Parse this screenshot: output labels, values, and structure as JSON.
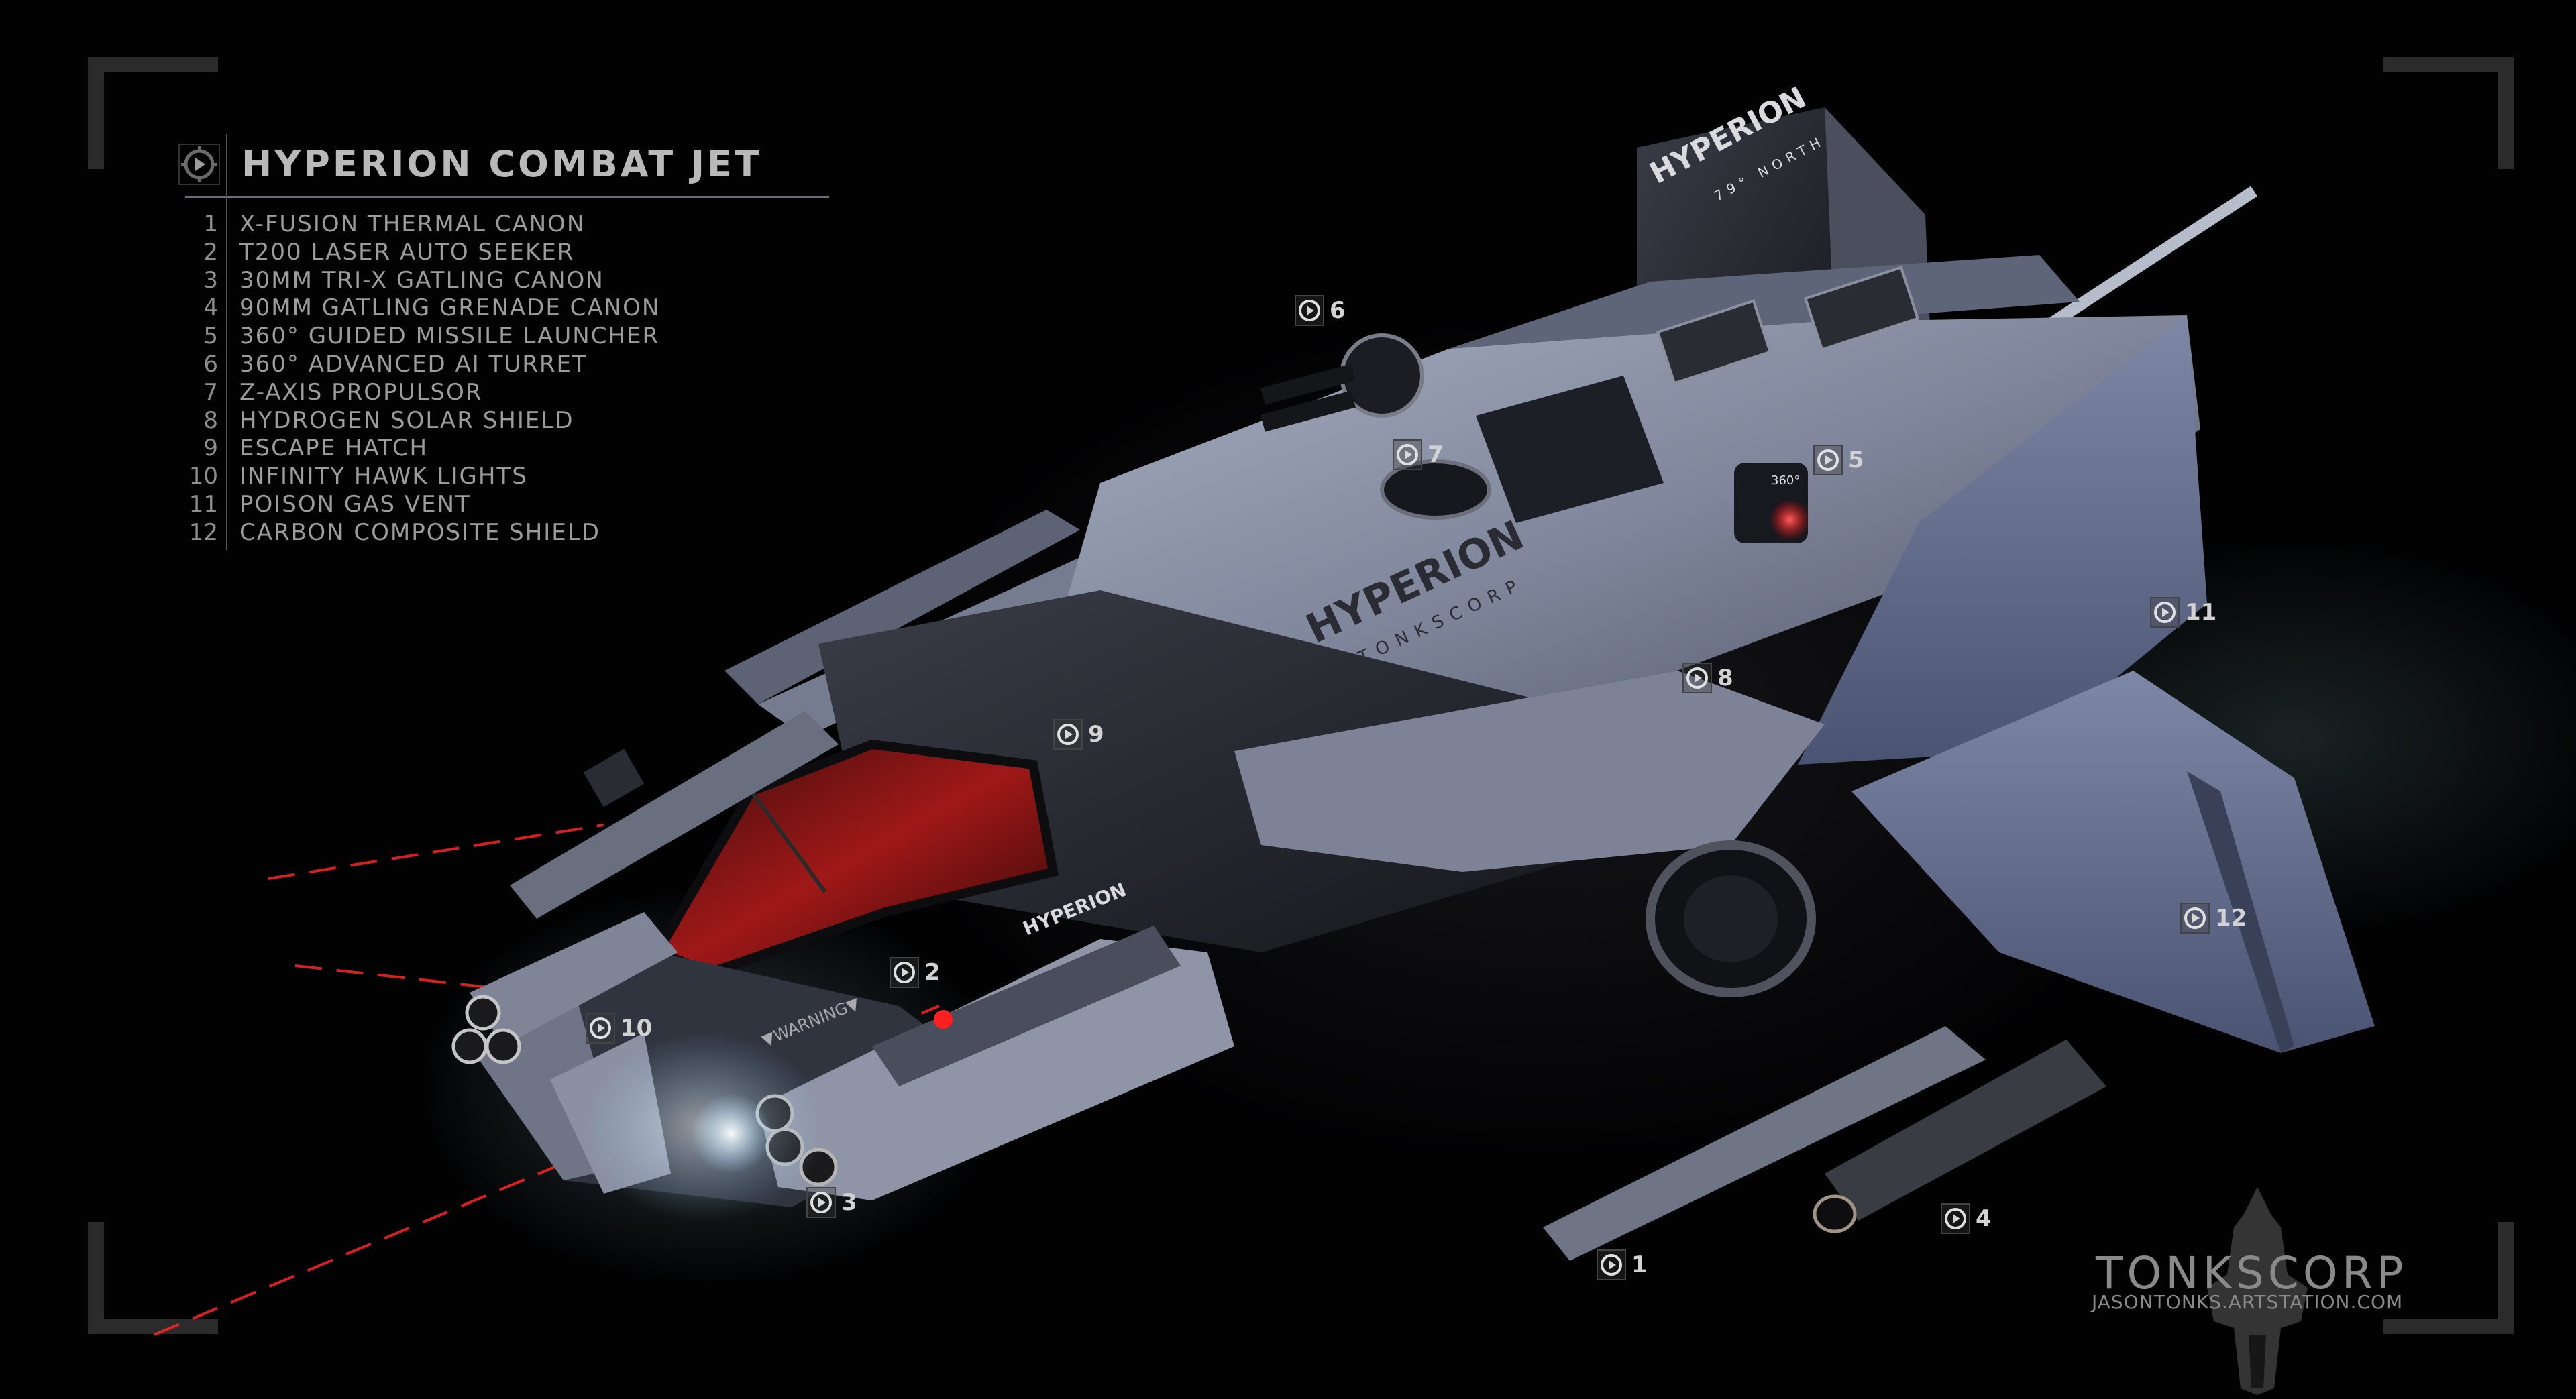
{
  "title": {
    "icon": "play-target-icon",
    "text": "HYPERION COMBAT JET"
  },
  "specs": [
    {
      "num": "1",
      "label": "X-FUSION THERMAL CANON"
    },
    {
      "num": "2",
      "label": "T200 LASER AUTO SEEKER"
    },
    {
      "num": "3",
      "label": "30MM TRI-X GATLING CANON"
    },
    {
      "num": "4",
      "label": "90MM GATLING GRENADE CANON"
    },
    {
      "num": "5",
      "label": "360° GUIDED MISSILE LAUNCHER"
    },
    {
      "num": "6",
      "label": "360° ADVANCED AI TURRET"
    },
    {
      "num": "7",
      "label": "Z-AXIS PROPULSOR"
    },
    {
      "num": "8",
      "label": "HYDROGEN SOLAR SHIELD"
    },
    {
      "num": "9",
      "label": "ESCAPE HATCH"
    },
    {
      "num": "10",
      "label": "INFINITY HAWK LIGHTS"
    },
    {
      "num": "11",
      "label": "POISON GAS VENT"
    },
    {
      "num": "12",
      "label": "CARBON COMPOSITE SHIELD"
    }
  ],
  "callouts": [
    "1",
    "2",
    "3",
    "4",
    "5",
    "6",
    "7",
    "8",
    "9",
    "10",
    "11",
    "12"
  ],
  "ship_markings": {
    "tail_name": "HYPERION",
    "tail_sub": "79° NORTH",
    "hull_name": "HYPERION",
    "hull_sub": "TONKSCORP",
    "side_name": "HYPERION",
    "warning": "▼WARNING▼",
    "turret_label": "360°"
  },
  "watermark": {
    "brand": "TONKSCORP",
    "url": "JASONTONKS.ARTSTATION.COM"
  },
  "colors": {
    "hull": "#8d93a8",
    "hull_dark": "#2a2c33",
    "laser": "#ff2a2a",
    "text": "#9c9c9c",
    "bracket": "#2b2b2b"
  }
}
